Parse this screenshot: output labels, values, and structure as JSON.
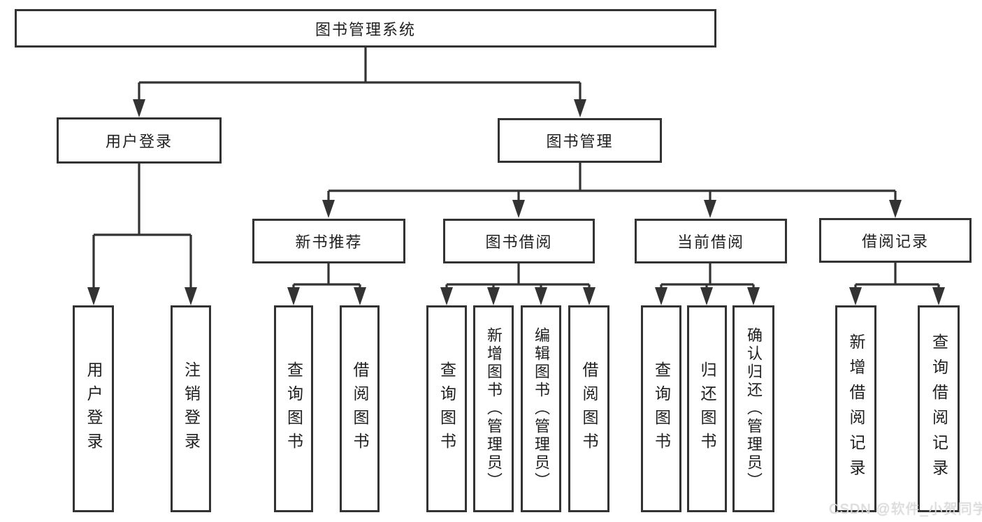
{
  "diagram": {
    "tree": {
      "label": "图书管理系统",
      "children": [
        {
          "label": "用户登录",
          "children": [
            {
              "label": "用户登录"
            },
            {
              "label": "注销登录"
            }
          ]
        },
        {
          "label": "图书管理",
          "children": [
            {
              "label": "新书推荐",
              "children": [
                {
                  "label": "查询图书"
                },
                {
                  "label": "借阅图书"
                }
              ]
            },
            {
              "label": "图书借阅",
              "children": [
                {
                  "label": "查询图书"
                },
                {
                  "label": "新增图书（管理员）"
                },
                {
                  "label": "编辑图书（管理员）"
                },
                {
                  "label": "借阅图书"
                }
              ]
            },
            {
              "label": "当前借阅",
              "children": [
                {
                  "label": "查询图书"
                },
                {
                  "label": "归还图书"
                },
                {
                  "label": "确认归还（管理员）"
                }
              ]
            },
            {
              "label": "借阅记录",
              "children": [
                {
                  "label": "新增借阅记录"
                },
                {
                  "label": "查询借阅记录"
                }
              ]
            }
          ]
        }
      ]
    },
    "colors": {
      "line": "#333333",
      "text": "#1f1f1f",
      "watermark": "#dedede"
    },
    "watermark": "CSDN @软件_小贺同学"
  }
}
